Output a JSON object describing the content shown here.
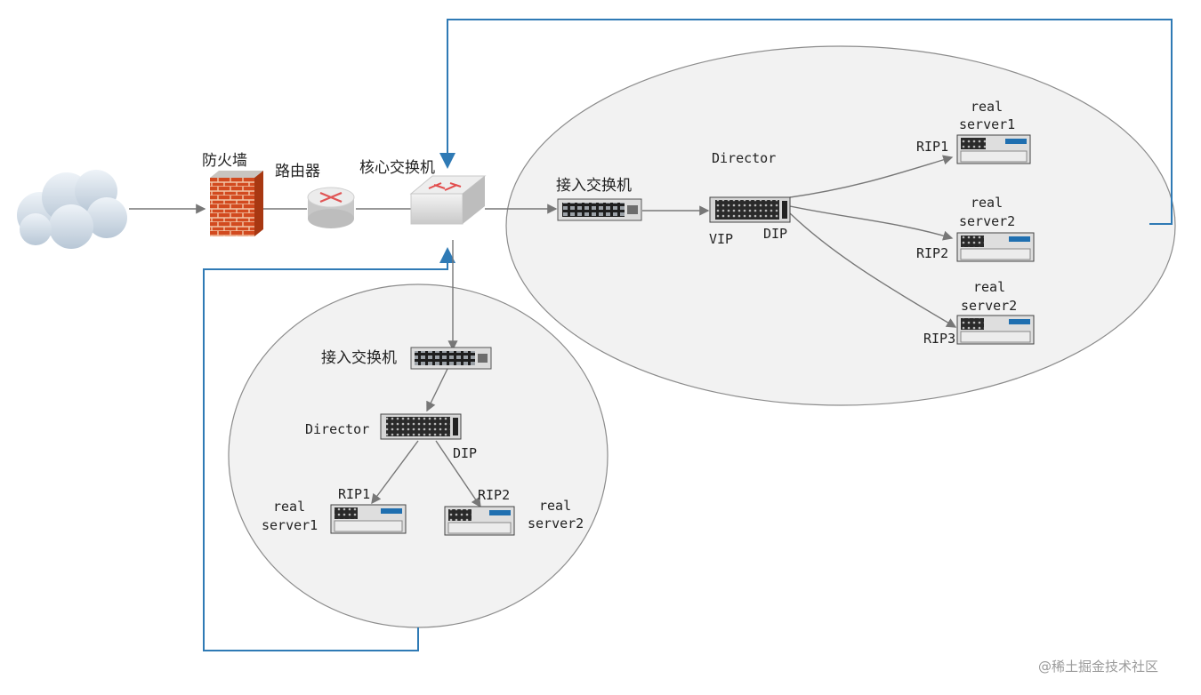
{
  "nodes": {
    "firewall": "防火墙",
    "router": "路由器",
    "core_switch": "核心交换机",
    "right_access_switch": "接入交换机",
    "left_access_switch": "接入交换机"
  },
  "right_cluster": {
    "director": "Director",
    "vip": "VIP",
    "dip": "DIP",
    "rip1": "RIP1",
    "rip2": "RIP2",
    "rip3": "RIP3",
    "server1": [
      "real",
      "server1"
    ],
    "server2": [
      "real",
      "server2"
    ],
    "server3": [
      "real",
      "server2"
    ]
  },
  "left_cluster": {
    "director": "Director",
    "dip": "DIP",
    "rip1": "RIP1",
    "rip2": "RIP2",
    "server1": [
      "real",
      "server1"
    ],
    "server2": [
      "real",
      "server2"
    ]
  },
  "watermark": "@稀土掘金技术社区",
  "colors": {
    "link_blue": "#2f7ab5",
    "link_gray": "#777777",
    "ellipse_fill": "#f2f2f2",
    "firewall_brick": "#d24a1f"
  }
}
